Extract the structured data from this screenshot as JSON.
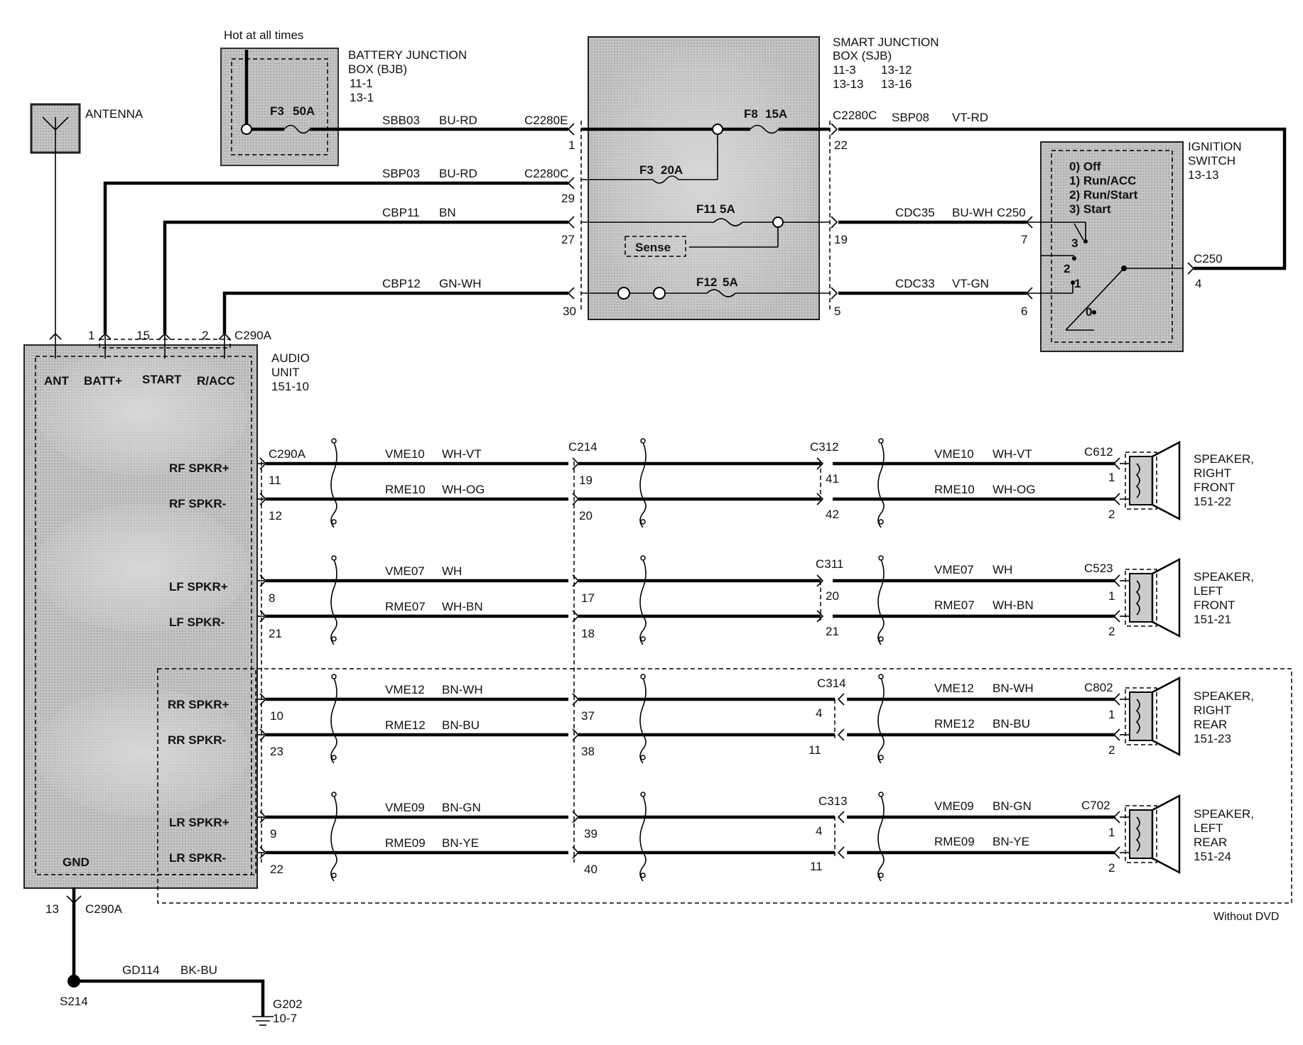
{
  "battery_jb": {
    "hot_label": "Hot at all times",
    "title1": "BATTERY  JUNCTION",
    "title2": "BOX (BJB)",
    "ref1": "11-1",
    "ref2": "13-1",
    "fuse": "F3",
    "fuse_rating": "50A"
  },
  "smart_jb": {
    "title1": "SMART  JUNCTION",
    "title2": "BOX (SJB)",
    "ref_a1": "11-3",
    "ref_a2": "13-12",
    "ref_b1": "13-13",
    "ref_b2": "13-16",
    "fuse_f8": "F8",
    "fuse_f8_rating": "15A",
    "fuse_f3": "F3",
    "fuse_f3_rating": "20A",
    "fuse_f11": "F11",
    "fuse_f11_rating": "5A",
    "fuse_f12": "F12",
    "fuse_f12_rating": "5A",
    "sense": "Sense"
  },
  "antenna": {
    "label": "ANTENNA"
  },
  "ignition": {
    "title1": "IGNITION",
    "title2": "SWITCH",
    "ref": "13-13",
    "pos0": "0) Off",
    "pos1": "1) Run/ACC",
    "pos2": "2) Run/Start",
    "pos3": "3) Start",
    "sw3": "3",
    "sw2": "2",
    "sw1": "1",
    "sw0": "0"
  },
  "wires_top": {
    "w1": {
      "circuit": "SBB03",
      "color": "BU-RD",
      "connector": "C2280E",
      "pin": "1"
    },
    "w2": {
      "circuit": "SBP03",
      "color": "BU-RD",
      "connector": "C2280C",
      "pin": "29"
    },
    "w3": {
      "circuit": "CBP11",
      "color": "BN",
      "pin": "27"
    },
    "w4": {
      "circuit": "CBP12",
      "color": "GN-WH",
      "pin": "30"
    },
    "r1": {
      "circuit": "SBP08",
      "color": "VT-RD",
      "connector": "C2280C",
      "pin": "22"
    },
    "r3": {
      "circuit": "CDC35",
      "color": "BU-WH",
      "connector": "C250",
      "pin_left": "19",
      "pin_right": "7"
    },
    "r4": {
      "circuit": "CDC33",
      "color": "VT-GN",
      "pin_left": "5",
      "pin_right": "6"
    },
    "ign_c250": "C250",
    "ign_pin4": "4"
  },
  "audio": {
    "title1": "AUDIO",
    "title2": "UNIT",
    "ref": "151-10",
    "ant": "ANT",
    "batt": "BATT+",
    "start": "START",
    "racc": "R/ACC",
    "gnd": "GND",
    "pin_batt": "1",
    "pin_start": "15",
    "pin_racc": "2",
    "top_connector": "C290A",
    "rf_p": "RF SPKR+",
    "rf_n": "RF SPKR-",
    "lf_p": "LF SPKR+",
    "lf_n": "LF SPKR-",
    "rr_p": "RR SPKR+",
    "rr_n": "RR SPKR-",
    "lr_p": "LR SPKR+",
    "lr_n": "LR SPKR-"
  },
  "speaker_connectors": {
    "audio": "C290A",
    "mid": "C214"
  },
  "speakers": {
    "rf": {
      "row1": {
        "pin_a": "11",
        "pin_b": "19",
        "pin_c": "41",
        "circuit": "VME10",
        "color": "WH-VT",
        "pin_d": "1"
      },
      "row2": {
        "pin_a": "12",
        "pin_b": "20",
        "pin_c": "42",
        "circuit": "RME10",
        "color": "WH-OG",
        "pin_d": "2"
      },
      "conn_c": "C312",
      "conn_d": "C612",
      "name1": "SPEAKER,",
      "name2": "RIGHT",
      "name3": "FRONT",
      "ref": "151-22"
    },
    "lf": {
      "row1": {
        "pin_a": "8",
        "pin_b": "17",
        "pin_c": "20",
        "circuit": "VME07",
        "color": "WH",
        "pin_d": "1"
      },
      "row2": {
        "pin_a": "21",
        "pin_b": "18",
        "pin_c": "21",
        "circuit": "RME07",
        "color": "WH-BN",
        "pin_d": "2"
      },
      "conn_c": "C311",
      "conn_d": "C523",
      "name1": "SPEAKER,",
      "name2": "LEFT",
      "name3": "FRONT",
      "ref": "151-21"
    },
    "rr": {
      "row1": {
        "pin_a": "10",
        "pin_b": "37",
        "pin_c": "4",
        "circuit": "VME12",
        "color": "BN-WH",
        "pin_d": "1"
      },
      "row2": {
        "pin_a": "23",
        "pin_b": "38",
        "pin_c": "11",
        "circuit": "RME12",
        "color": "BN-BU",
        "pin_d": "2"
      },
      "conn_c": "C314",
      "conn_d": "C802",
      "name1": "SPEAKER,",
      "name2": "RIGHT",
      "name3": "REAR",
      "ref": "151-23"
    },
    "lr": {
      "row1": {
        "pin_a": "9",
        "pin_b": "39",
        "pin_c": "4",
        "circuit": "VME09",
        "color": "BN-GN",
        "pin_d": "1"
      },
      "row2": {
        "pin_a": "22",
        "pin_b": "40",
        "pin_c": "11",
        "circuit": "RME09",
        "color": "BN-YE",
        "pin_d": "2"
      },
      "conn_c": "C313",
      "conn_d": "C702",
      "name1": "SPEAKER,",
      "name2": "LEFT",
      "name3": "REAR",
      "ref": "151-24"
    }
  },
  "without_dvd": "Without DVD",
  "ground": {
    "pin": "13",
    "connector": "C290A",
    "circuit": "GD114",
    "color": "BK-BU",
    "splice": "S214",
    "gnd_point": "G202",
    "gnd_ref": "10-7"
  }
}
